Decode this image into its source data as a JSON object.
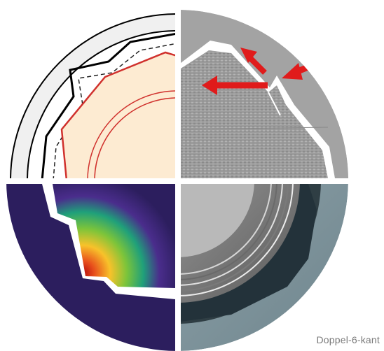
{
  "caption": "Doppel-6-kant",
  "colors": {
    "ring_light": "#f0f0f0",
    "outline_black": "#000000",
    "hex_red": "#d0312d",
    "hex_fill": "#fdebd2",
    "scan_gray": "#a8a8a8",
    "fe_background": "#2c1e5e",
    "steel_dark": "#3a4a50",
    "socket_blue": "#8ea3ab",
    "arrow_red": "#e01b1b",
    "rotation_arrow": "#dcdcdc",
    "caption_text": "#7a7a7a"
  },
  "quadrants": [
    {
      "id": "geometry-schematic",
      "icon": "double-hex-outline-icon"
    },
    {
      "id": "micrograph-crack",
      "icon": "crack-arrows-icon"
    },
    {
      "id": "stress-contour",
      "icon": "heatmap-icon"
    },
    {
      "id": "socket-render",
      "icon": "rotation-arrow-icon"
    }
  ]
}
